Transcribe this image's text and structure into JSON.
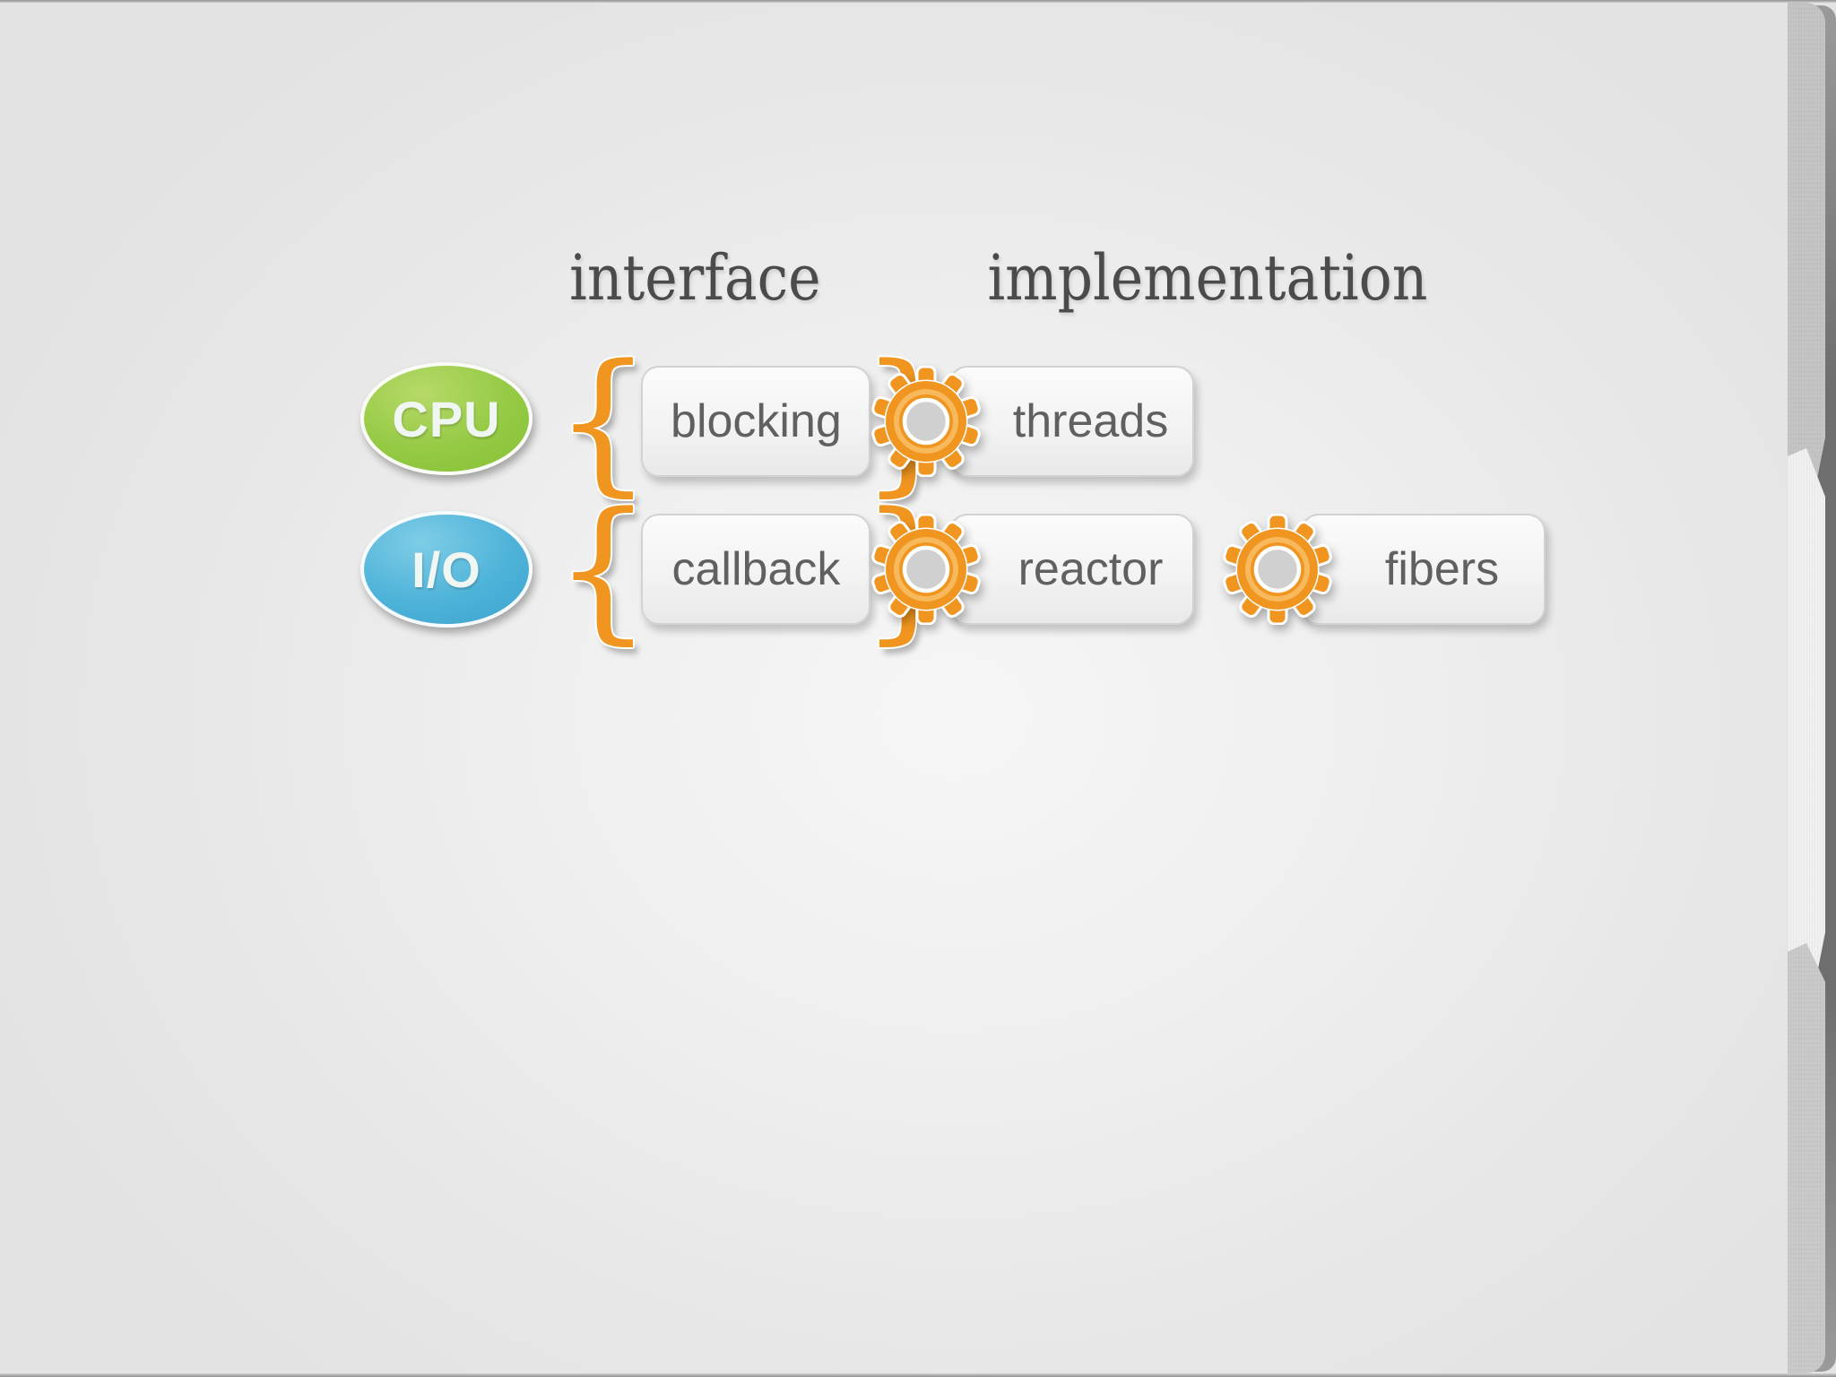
{
  "columns": {
    "interface": "interface",
    "implementation": "implementation"
  },
  "rows": [
    {
      "category": "CPU",
      "interface": "blocking",
      "implementations": [
        "threads"
      ]
    },
    {
      "category": "I/O",
      "interface": "callback",
      "implementations": [
        "reactor",
        "fibers"
      ]
    }
  ],
  "glyphs": {
    "brace_left": "{",
    "brace_right": "}"
  },
  "colors": {
    "orange": "#f0951f",
    "green": "#95ca45",
    "blue": "#4fb3d9",
    "text": "#606060",
    "header": "#4b4b4b",
    "page_gray": "#c3c3c3",
    "page_light": "#f0f0f0",
    "page_dark": "#6e6e6e"
  }
}
